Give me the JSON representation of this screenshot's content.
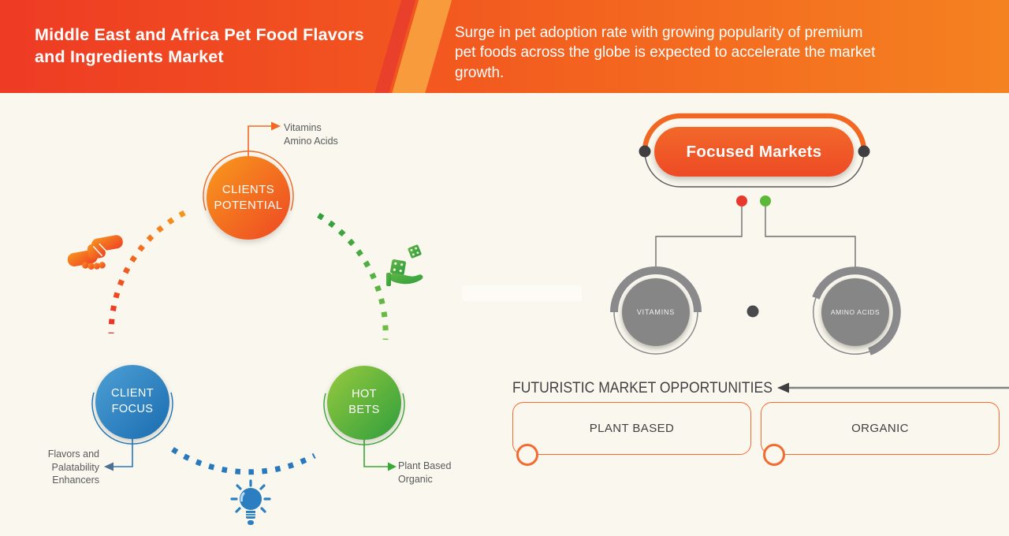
{
  "header": {
    "title": "Middle East and Africa Pet Food Flavors\nand Ingredients Market",
    "subtitle": "Surge in pet adoption rate with growing popularity of premium\npet foods across the globe is expected to accelerate the market\ngrowth."
  },
  "cycle": {
    "clients_potential": {
      "label": "CLIENTS\nPOTENTIAL",
      "callout": "Vitamins\nAmino Acids"
    },
    "client_focus": {
      "label": "CLIENT\nFOCUS",
      "callout": "Flavors and\nPalatability\nEnhancers"
    },
    "hot_bets": {
      "label": "HOT\nBETS",
      "callout": "Plant Based\nOrganic"
    },
    "icons": {
      "handshake": "partnership-handshake-icon",
      "dice_hand": "hand-with-dice-icon",
      "lightbulb": "idea-lightbulb-icon"
    }
  },
  "focused_markets": {
    "title": "Focused Markets",
    "nodes": [
      {
        "label": "VITAMINS"
      },
      {
        "label": "AMINO ACIDS"
      }
    ]
  },
  "opportunities": {
    "heading": "FUTURISTIC MARKET OPPORTUNITIES",
    "items": [
      {
        "label": "PLANT BASED"
      },
      {
        "label": "ORGANIC"
      }
    ]
  },
  "colors": {
    "background": "#faf8ee",
    "header_gradient_left": "#ee3b24",
    "header_gradient_right": "#f58220",
    "accent_orange": "#f26822",
    "accent_blue": "#2379be",
    "accent_green": "#39a935",
    "gray_node": "#868687",
    "text_dark": "#58595b",
    "red_dot": "#e8392e",
    "green_dot": "#5cb838"
  }
}
